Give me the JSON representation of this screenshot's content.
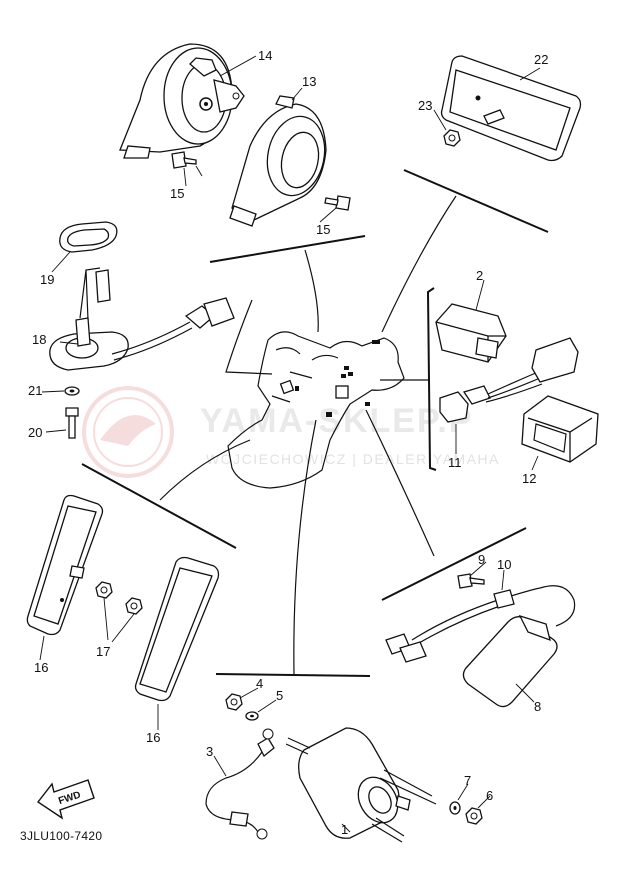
{
  "diagram_code": "3JLU100-7420",
  "fwd_label": "FWD",
  "watermark": {
    "main": "YAMA-SKLEP.P",
    "sub": "WOJCIECHOWICZ | DEALER YAMAHA",
    "color": "#e8a0a0"
  },
  "callouts": [
    "1",
    "2",
    "3",
    "4",
    "5",
    "6",
    "7",
    "8",
    "9",
    "10",
    "11",
    "12",
    "13",
    "14",
    "15",
    "15",
    "16",
    "16",
    "17",
    "18",
    "19",
    "20",
    "21",
    "22",
    "23"
  ]
}
